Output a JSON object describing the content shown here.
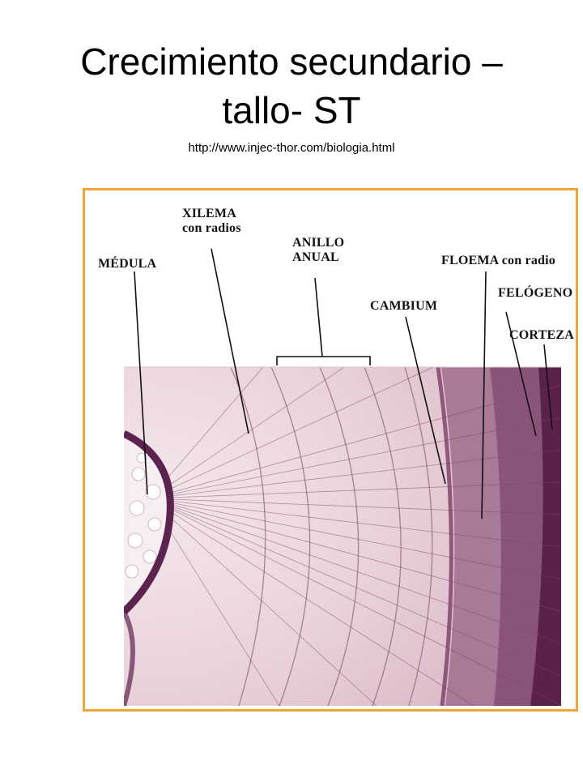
{
  "title": {
    "line1": "Crecimiento secundario –",
    "line2": "tallo- ST"
  },
  "source_url": "http://www.injec-thor.com/biologia.html",
  "labels": {
    "xilema_line1": "XILEMA",
    "xilema_line2": "con radios",
    "medula": "MÉDULA",
    "anillo_line1": "ANILLO",
    "anillo_line2": "ANUAL",
    "cambium": "CAMBIUM",
    "floema": "FLOEMA con radio",
    "felogeno": "FELÓGENO",
    "corteza": "CORTEZA"
  },
  "colors": {
    "frame_border": "#f2a43a",
    "xylem_tissue": "#ecd6dc",
    "dark_tissue": "#6a2c57",
    "phloem_tissue": "#a97998"
  }
}
